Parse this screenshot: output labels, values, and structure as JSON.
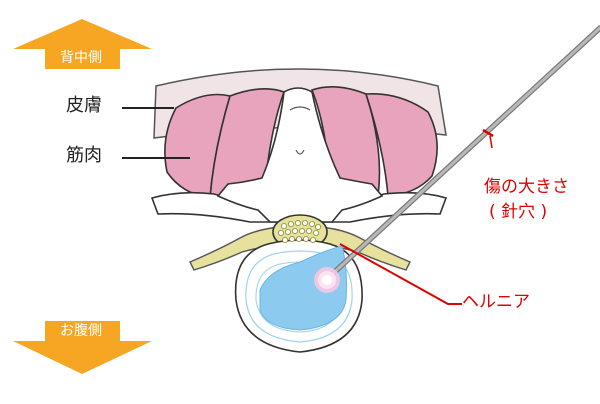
{
  "arrows": {
    "top": "背中側",
    "bottom": "お腹側",
    "color": "#f6a623"
  },
  "labels": {
    "skin": "皮膚",
    "muscle": "筋肉",
    "wound_size_line1": "傷の大きさ",
    "wound_size_line2": "( 針穴 )",
    "hernia": "ヘルニア"
  },
  "colors": {
    "muscle_fill": "#e8a3bd",
    "skin_fill": "#f0e4e6",
    "bone_fill": "#ffffff",
    "nerve_fill": "#e6e19c",
    "disc_fill": "#ffffff",
    "hernia_fill": "#8ccaf0",
    "accent_red": "#e00000",
    "needle": "#9a9a9a"
  }
}
